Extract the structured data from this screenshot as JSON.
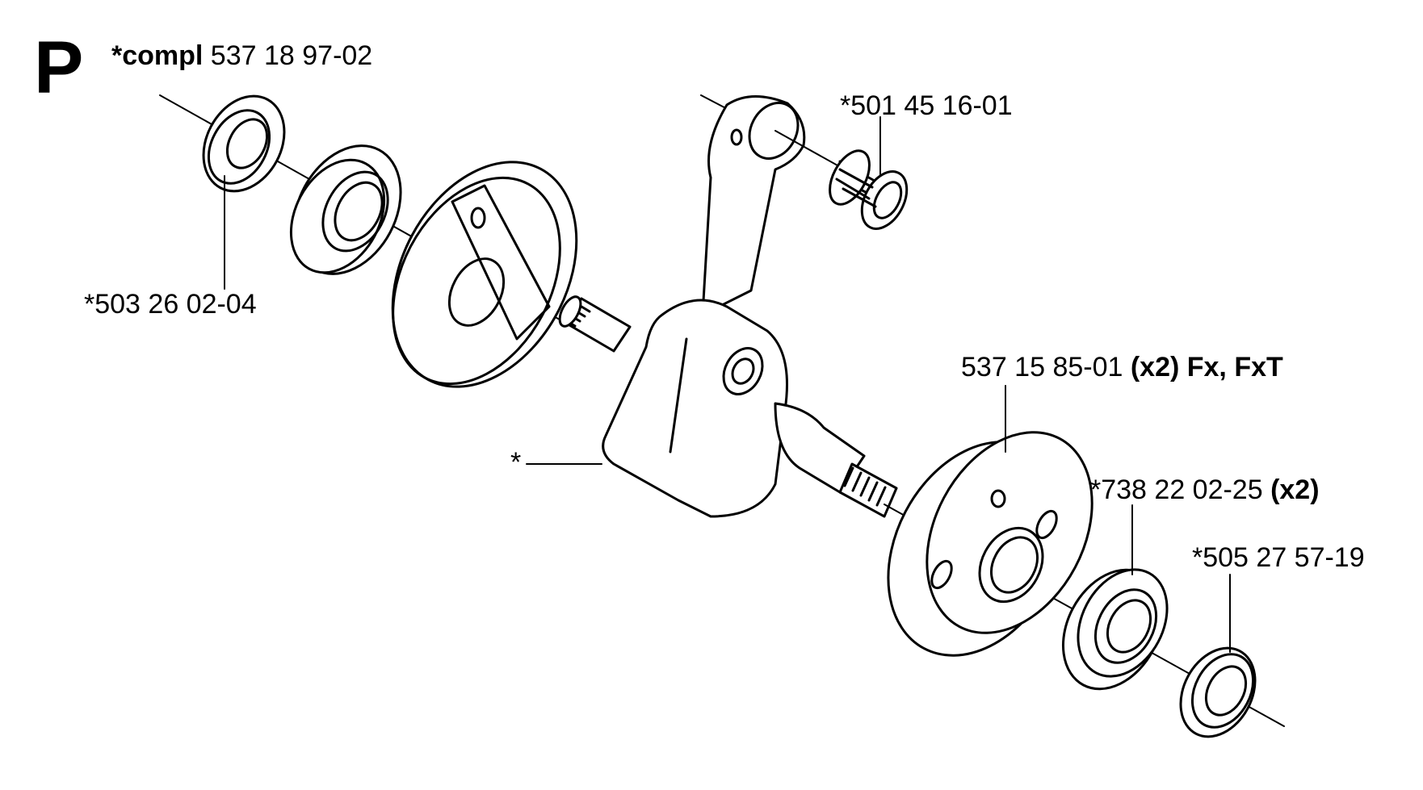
{
  "section": {
    "letter": "P"
  },
  "labels": {
    "compl": {
      "bold": "*compl",
      "text": " 537 18 97-02"
    },
    "seal_left": {
      "text": "*503 26 02-04"
    },
    "needle_bearing": {
      "text": "*501 45 16-01"
    },
    "crankshaft": {
      "text": "*"
    },
    "washer": {
      "text": "537 15 85-01 ",
      "bold": "(x2) Fx, FxT"
    },
    "ball_bearing": {
      "text": "*738 22 02-25 ",
      "bold": "(x2)"
    },
    "seal_right": {
      "text": "*505 27 57-19"
    }
  }
}
